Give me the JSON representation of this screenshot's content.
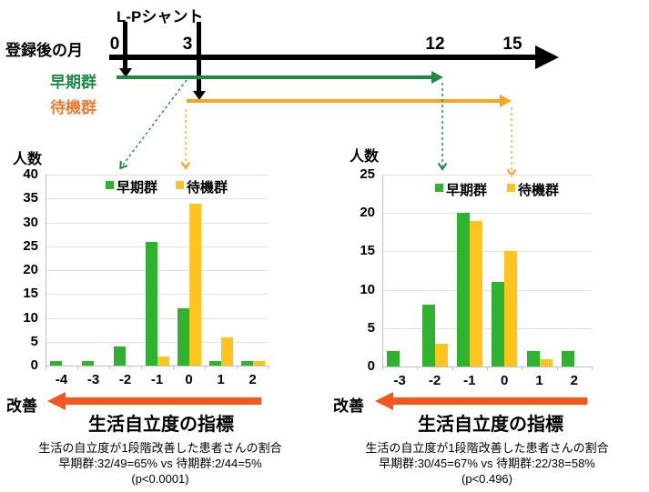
{
  "timeline": {
    "event_label": "L-Pシャント",
    "axis_label": "登録後の月",
    "tick_labels": [
      "0",
      "3",
      "12",
      "15"
    ],
    "early_group_label": "早期群",
    "waiting_group_label": "待機群"
  },
  "colors": {
    "early_green": "#1E8A44",
    "waiting_text_orange": "#ED7D31",
    "waiting_arrow_orange": "#FFA41C",
    "bar_green": "#2FB32F",
    "bar_gold": "#FFC41E",
    "improve_arrow": "#F4581C",
    "timeline_black": "#000000",
    "gridline_gray": "#E2E2E2",
    "axis_gray": "#BFBFBF"
  },
  "chart_data": [
    {
      "type": "bar",
      "ylabel": "人数",
      "xlabel": "生活自立度の指標",
      "title": "生活自立度の指標",
      "direction_label": "改善",
      "categories": [
        "-4",
        "-3",
        "-2",
        "-1",
        "0",
        "1",
        "2"
      ],
      "series": [
        {
          "name": "早期群",
          "color": "#2FB32F",
          "values": [
            1,
            1,
            4,
            26,
            12,
            1,
            1
          ]
        },
        {
          "name": "待機群",
          "color": "#FFC41E",
          "values": [
            0,
            0,
            0,
            2,
            34,
            6,
            1
          ]
        }
      ],
      "ylim": [
        0,
        40
      ],
      "ytick": 5,
      "grid": true,
      "legend_position": "top-inside",
      "caption_lines": [
        "生活の自立度が1段階改善した患者さんの割合",
        "早期群:32/49=65% vs 待期群:2/44=5%",
        "(p<0.0001)"
      ]
    },
    {
      "type": "bar",
      "ylabel": "人数",
      "xlabel": "生活自立度の指標",
      "title": "生活自立度の指標",
      "direction_label": "改善",
      "categories": [
        "-3",
        "-2",
        "-1",
        "0",
        "1",
        "2"
      ],
      "series": [
        {
          "name": "早期群",
          "color": "#2FB32F",
          "values": [
            2,
            8,
            20,
            11,
            2,
            2
          ]
        },
        {
          "name": "待機群",
          "color": "#FFC41E",
          "values": [
            0,
            3,
            19,
            15,
            1,
            0
          ]
        }
      ],
      "ylim": [
        0,
        25
      ],
      "ytick": 5,
      "grid": true,
      "legend_position": "top-inside",
      "caption_lines": [
        "生活の自立度が1段階改善した患者さんの割合",
        "早期群:30/45=67% vs 待期群:22/38=58%",
        "(p<0.496)"
      ]
    }
  ]
}
